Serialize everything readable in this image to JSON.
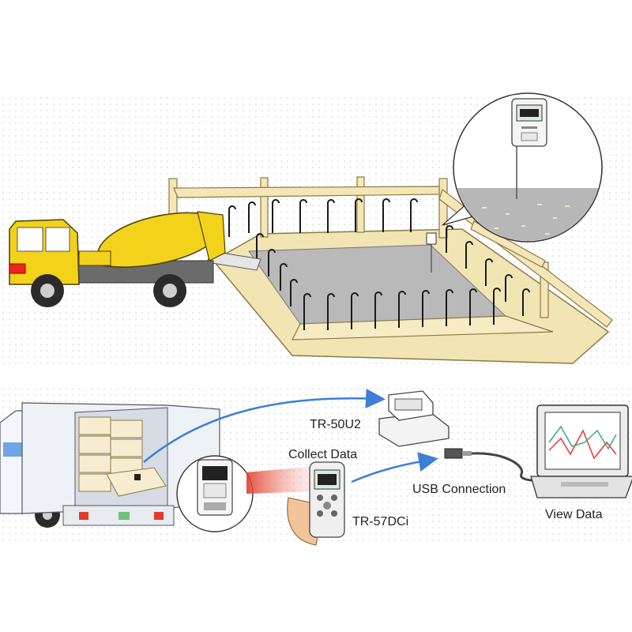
{
  "labels": {
    "logger_station": "TR-50U2",
    "collect": "Collect Data",
    "usb": "USB Connection",
    "handheld": "TR-57DCi",
    "view": "View Data"
  },
  "colors": {
    "truck_yellow": "#f2d21b",
    "concrete": "#b9b9b9",
    "formwork": "#f3e6b8",
    "rebar": "#1a1a1a",
    "arrow_blue": "#3d7fd6",
    "grid": "#dddddd"
  },
  "icons": [
    "mixer-truck-icon",
    "delivery-truck-icon",
    "data-logger-icon",
    "laptop-icon",
    "usb-plug-icon"
  ]
}
